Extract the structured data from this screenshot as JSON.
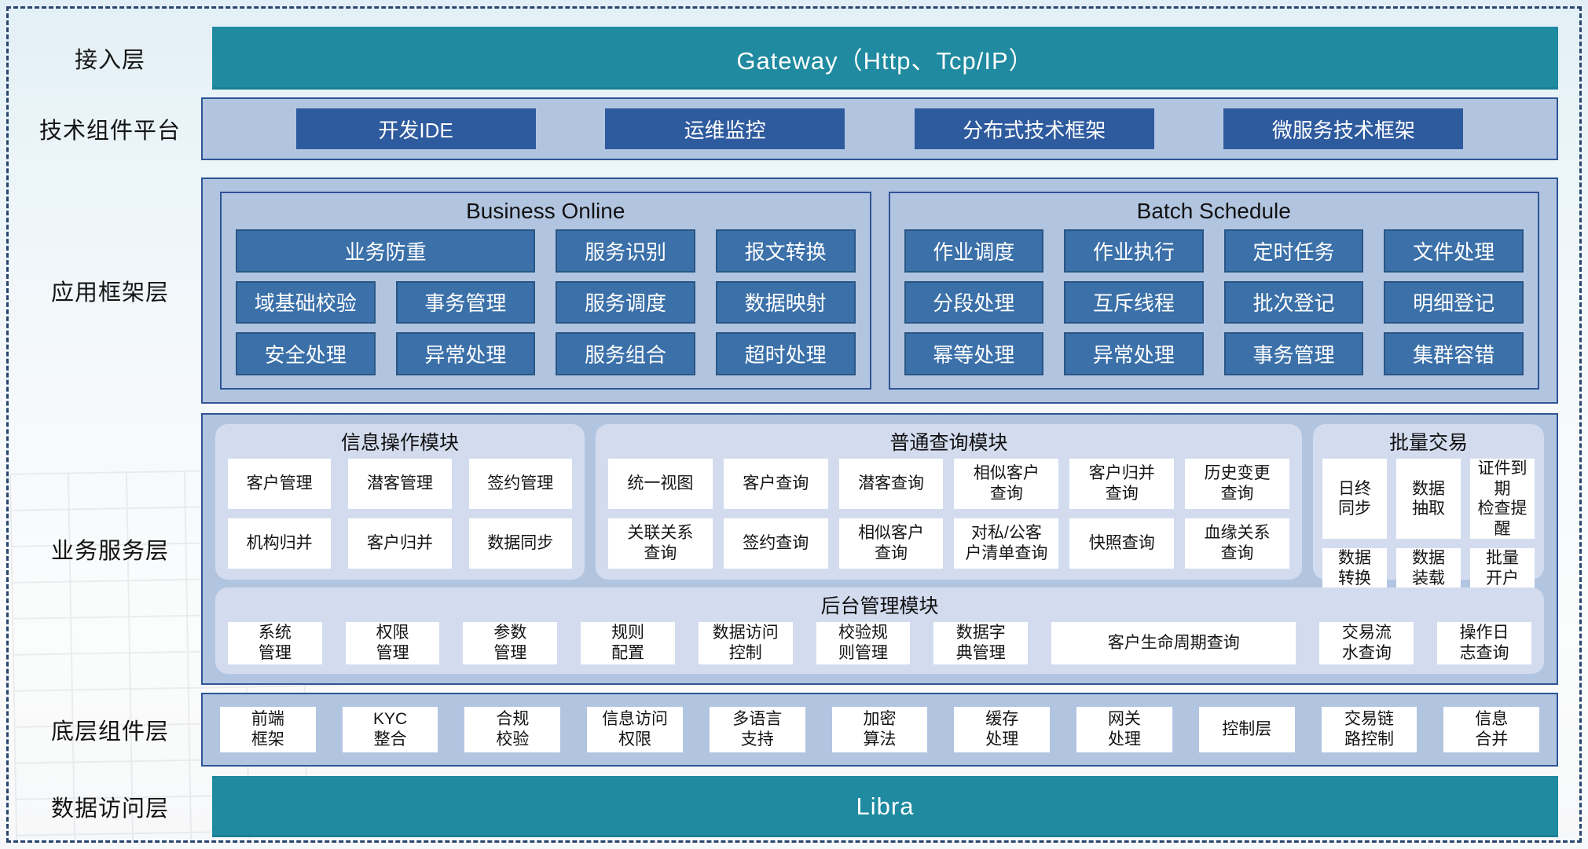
{
  "access": {
    "label": "接入层",
    "gateway": "Gateway（Http、Tcp/IP）"
  },
  "tech": {
    "label": "技术组件平台",
    "items": [
      "开发IDE",
      "运维监控",
      "分布式技术框架",
      "微服务技术框架"
    ]
  },
  "app": {
    "label": "应用框架层",
    "business_online": {
      "title": "Business Online",
      "wide": "业务防重",
      "r1": [
        "服务识别",
        "报文转换"
      ],
      "r2": [
        "域基础校验",
        "事务管理",
        "服务调度",
        "数据映射"
      ],
      "r3": [
        "安全处理",
        "异常处理",
        "服务组合",
        "超时处理"
      ]
    },
    "batch_schedule": {
      "title": "Batch Schedule",
      "r1": [
        "作业调度",
        "作业执行",
        "定时任务",
        "文件处理"
      ],
      "r2": [
        "分段处理",
        "互斥线程",
        "批次登记",
        "明细登记"
      ],
      "r3": [
        "幂等处理",
        "异常处理",
        "事务管理",
        "集群容错"
      ]
    }
  },
  "business": {
    "label": "业务服务层",
    "info_module": {
      "title": "信息操作模块",
      "r1": [
        "客户管理",
        "潜客管理",
        "签约管理"
      ],
      "r2": [
        "机构归并",
        "客户归并",
        "数据同步"
      ]
    },
    "query_module": {
      "title": "普通查询模块",
      "r1": [
        "统一视图",
        "客户查询",
        "潜客查询",
        "相似客户\n查询",
        "客户归并\n查询",
        "历史变更\n查询"
      ],
      "r2": [
        "关联关系\n查询",
        "签约查询",
        "相似客户\n查询",
        "对私/公客\n户清单查询",
        "快照查询",
        "血缘关系\n查询"
      ]
    },
    "batch_trade": {
      "title": "批量交易",
      "r1": [
        "日终\n同步",
        "数据\n抽取",
        "证件到期\n检查提醒"
      ],
      "r2": [
        "数据\n转换",
        "数据\n装载",
        "批量\n开户"
      ]
    },
    "admin_module": {
      "title": "后台管理模块",
      "items": [
        "系统\n管理",
        "权限\n管理",
        "参数\n管理",
        "规则\n配置",
        "数据访问\n控制",
        "校验规\n则管理",
        "数据字\n典管理",
        "客户生命周期查询",
        "交易流\n水查询",
        "操作日\n志查询"
      ]
    }
  },
  "base": {
    "label": "底层组件层",
    "items": [
      "前端\n框架",
      "KYC\n整合",
      "合规\n校验",
      "信息访问\n权限",
      "多语言\n支持",
      "加密\n算法",
      "缓存\n处理",
      "网关\n处理",
      "控制层",
      "交易链\n路控制",
      "信息\n合并"
    ]
  },
  "data_access": {
    "label": "数据访问层",
    "bar": "Libra"
  },
  "colors": {
    "teal": "#1f8aa0",
    "container_bg": "#b2c5e0",
    "navy_border": "#2f5496",
    "dark_button": "#2e5a9e",
    "mid_button": "#3b70a9",
    "panel_bg": "#d3dcef"
  }
}
